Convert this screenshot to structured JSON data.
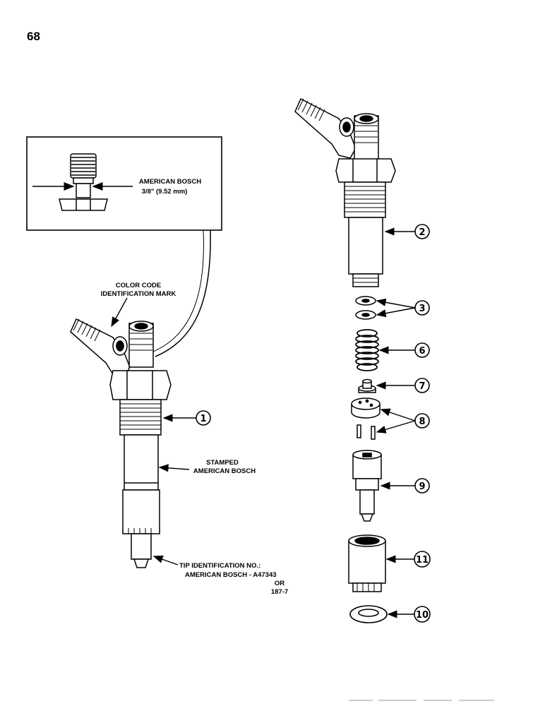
{
  "page": {
    "number": "68"
  },
  "inset": {
    "label_line1": "AMERICAN BOSCH",
    "label_line2": "3/8\" (9.52 mm)"
  },
  "annotations": {
    "color_code_line1": "COLOR CODE",
    "color_code_line2": "IDENTIFICATION MARK",
    "stamped_line1": "STAMPED",
    "stamped_line2": "AMERICAN BOSCH",
    "tip_line1": "TIP IDENTIFICATION NO.:",
    "tip_line2": "AMERICAN BOSCH   -   A47343",
    "tip_line3": "OR",
    "tip_line4": "187-7"
  },
  "callouts": [
    {
      "id": "1",
      "part": "injector-assembly"
    },
    {
      "id": "2",
      "part": "injector-body"
    },
    {
      "id": "3",
      "part": "shims"
    },
    {
      "id": "6",
      "part": "spring"
    },
    {
      "id": "7",
      "part": "spring-seat"
    },
    {
      "id": "8",
      "part": "spacer-and-dowel-pins"
    },
    {
      "id": "9",
      "part": "nozzle"
    },
    {
      "id": "11",
      "part": "nozzle-retaining-nut"
    },
    {
      "id": "10",
      "part": "sealing-washer"
    }
  ]
}
